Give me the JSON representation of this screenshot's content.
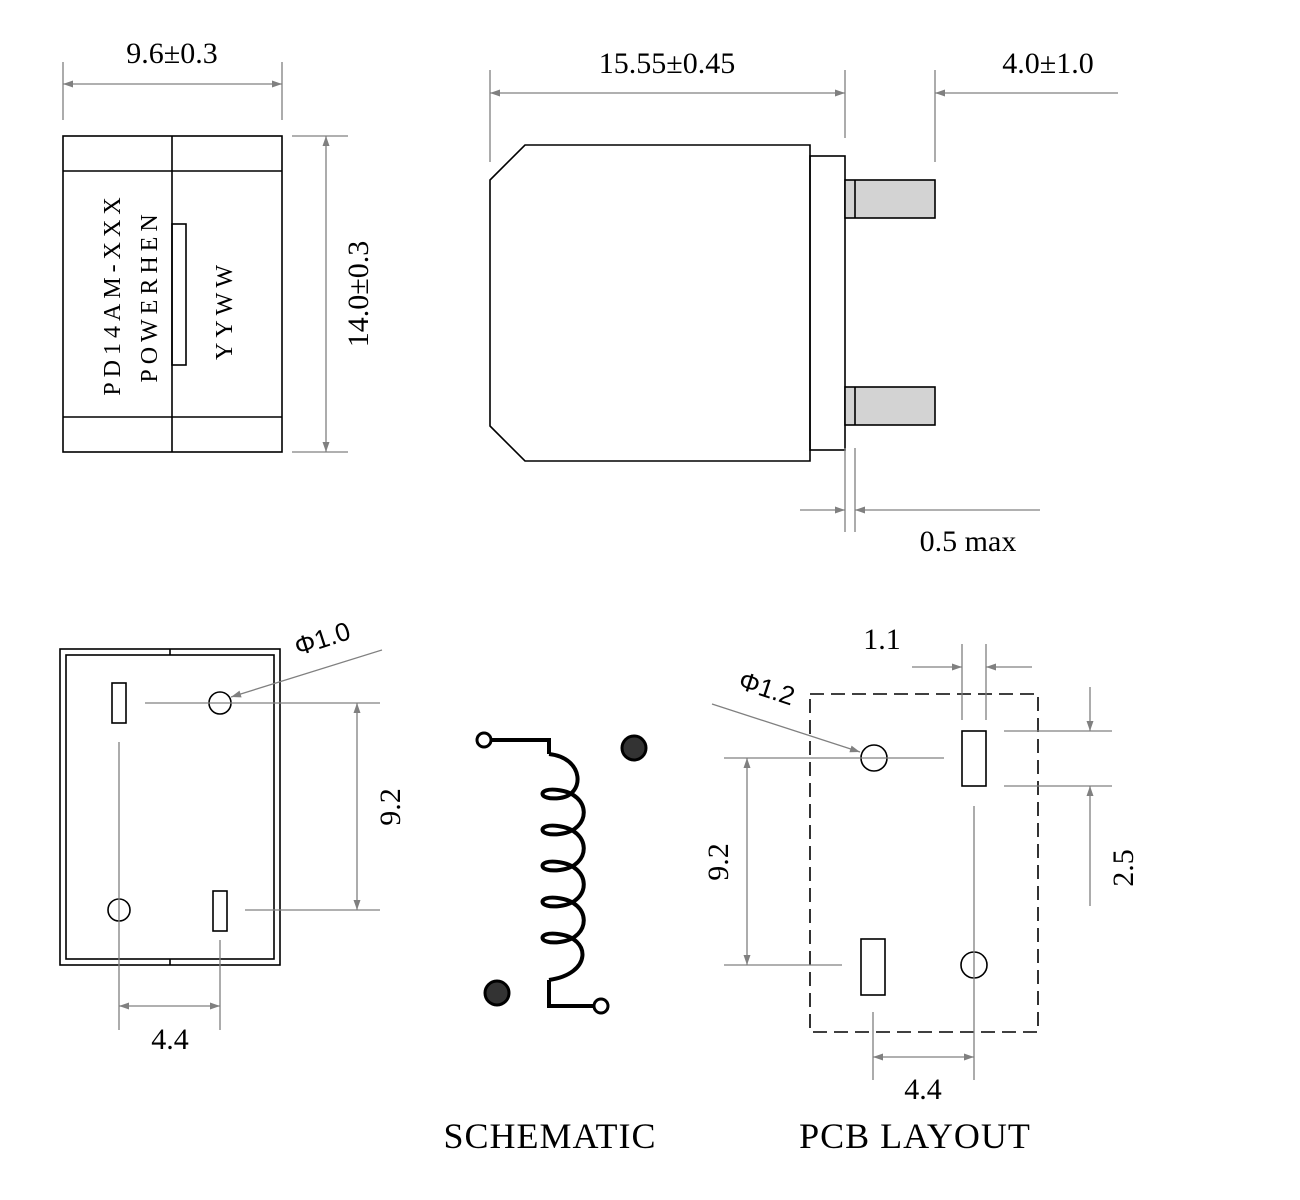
{
  "top_view": {
    "width_dim": "9.6±0.3",
    "height_dim": "14.0±0.3",
    "marking_line1": "PD14AM-XXX",
    "marking_line2": "POWERHEN",
    "marking_line3": "YYWW"
  },
  "side_view": {
    "length_dim": "15.55±0.45",
    "lead_dim": "4.0±1.0",
    "gap_dim": "0.5 max"
  },
  "bottom_view": {
    "hole_dia": "Φ1.0",
    "pitch_v": "9.2",
    "pitch_h": "4.4"
  },
  "schematic": {
    "caption": "SCHEMATIC"
  },
  "pcb_layout": {
    "caption": "PCB LAYOUT",
    "hole_dia": "Φ1.2",
    "pad_width": "1.1",
    "pad_length": "2.5",
    "pitch_v": "9.2",
    "pitch_h": "4.4"
  }
}
